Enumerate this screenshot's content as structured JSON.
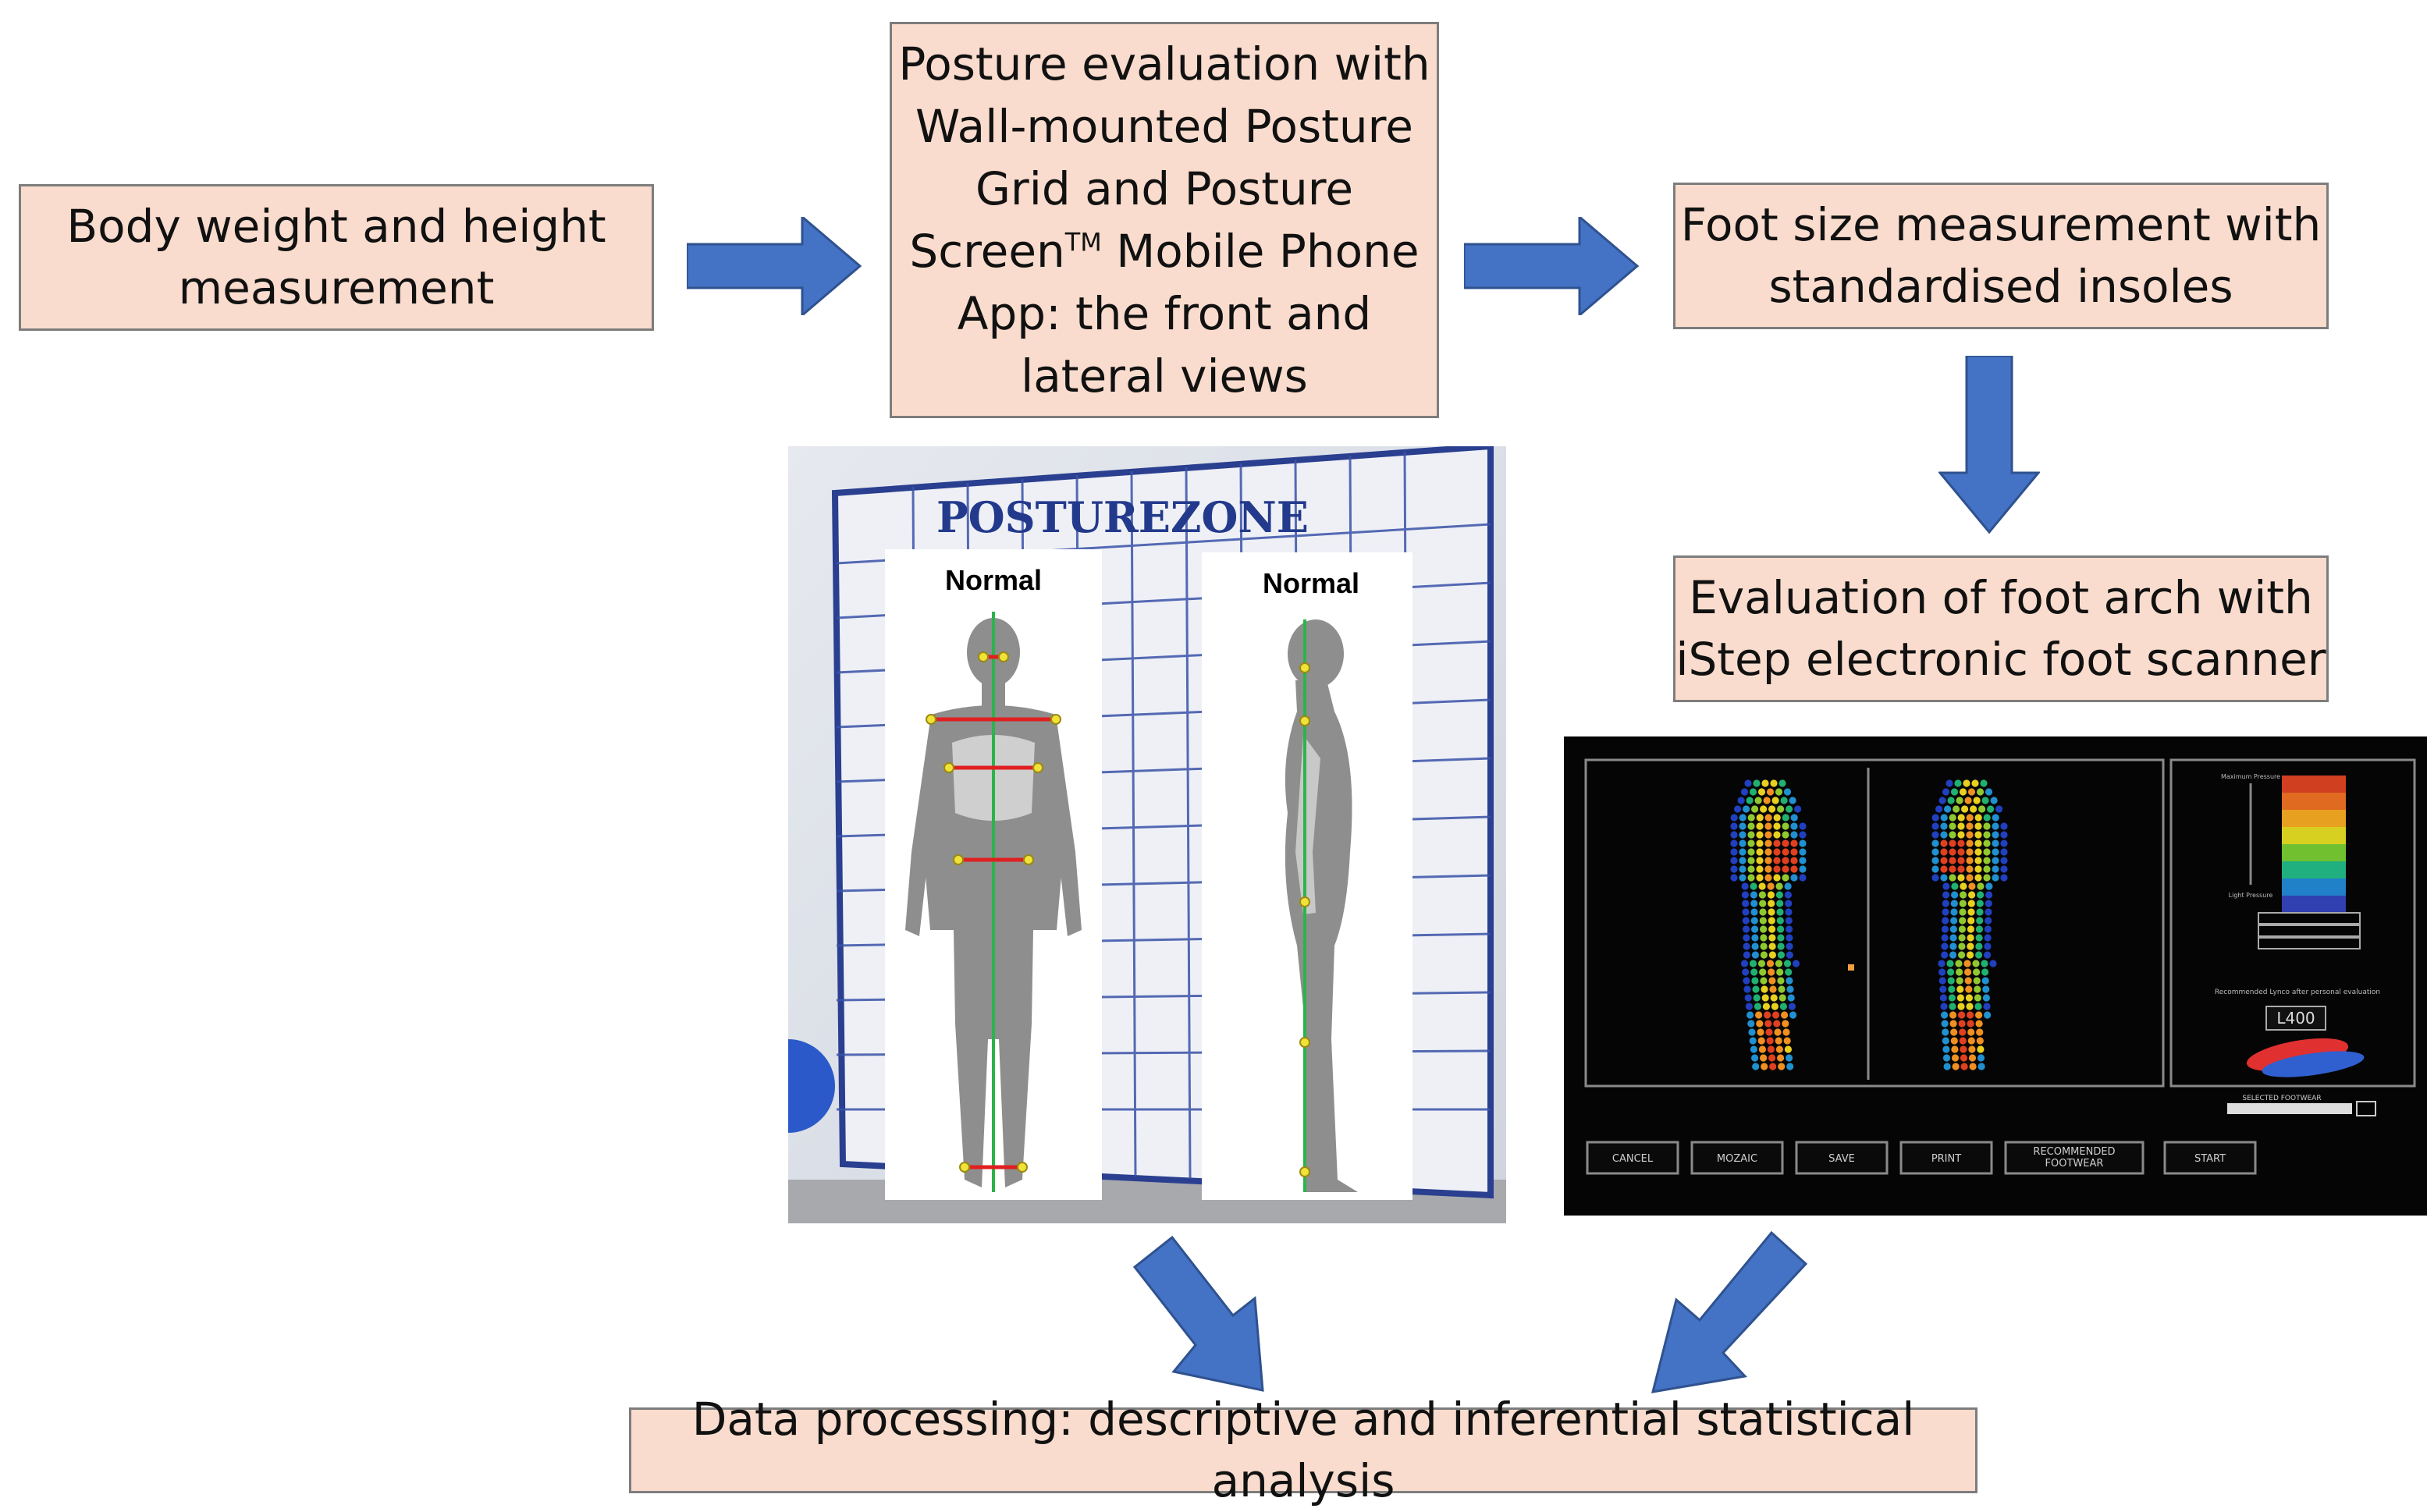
{
  "boxes": {
    "body_weight": {
      "lines": [
        "Body weight and height",
        "measurement"
      ]
    },
    "posture": {
      "line1": "Posture evaluation with",
      "line2": "Wall-mounted Posture",
      "line3": "Grid and Posture",
      "line4_pre": "Screen",
      "line4_tm": "TM",
      "line4_post": " Mobile Phone",
      "line5": "App: the front and",
      "line6": "lateral views"
    },
    "foot_size": {
      "lines": [
        "Foot size measurement with",
        "standardised insoles"
      ]
    },
    "foot_arch": {
      "lines": [
        "Evaluation of foot arch with",
        "iStep electronic foot scanner"
      ]
    },
    "data_processing": {
      "lines": [
        "Data processing: descriptive and inferential statistical analysis"
      ]
    }
  },
  "posture_photo": {
    "brand": "POSTUREZONE",
    "front_label": "Normal",
    "side_label": "Normal"
  },
  "scanner": {
    "buttons": [
      "CANCEL",
      "MOZAIC",
      "SAVE",
      "PRINT",
      "RECOMMENDED FOOTWEAR",
      "START"
    ],
    "insole_code": "L400",
    "scale_top": "Maximum Pressure",
    "scale_bottom": "Light Pressure",
    "recommended_text": "Recommended Lynco after personal evaluation",
    "selected_footwear": "SELECTED FOOTWEAR"
  },
  "colors": {
    "box_fill": "#f9dccd",
    "box_border": "#7d7d7d",
    "arrow": "#4472c4"
  }
}
